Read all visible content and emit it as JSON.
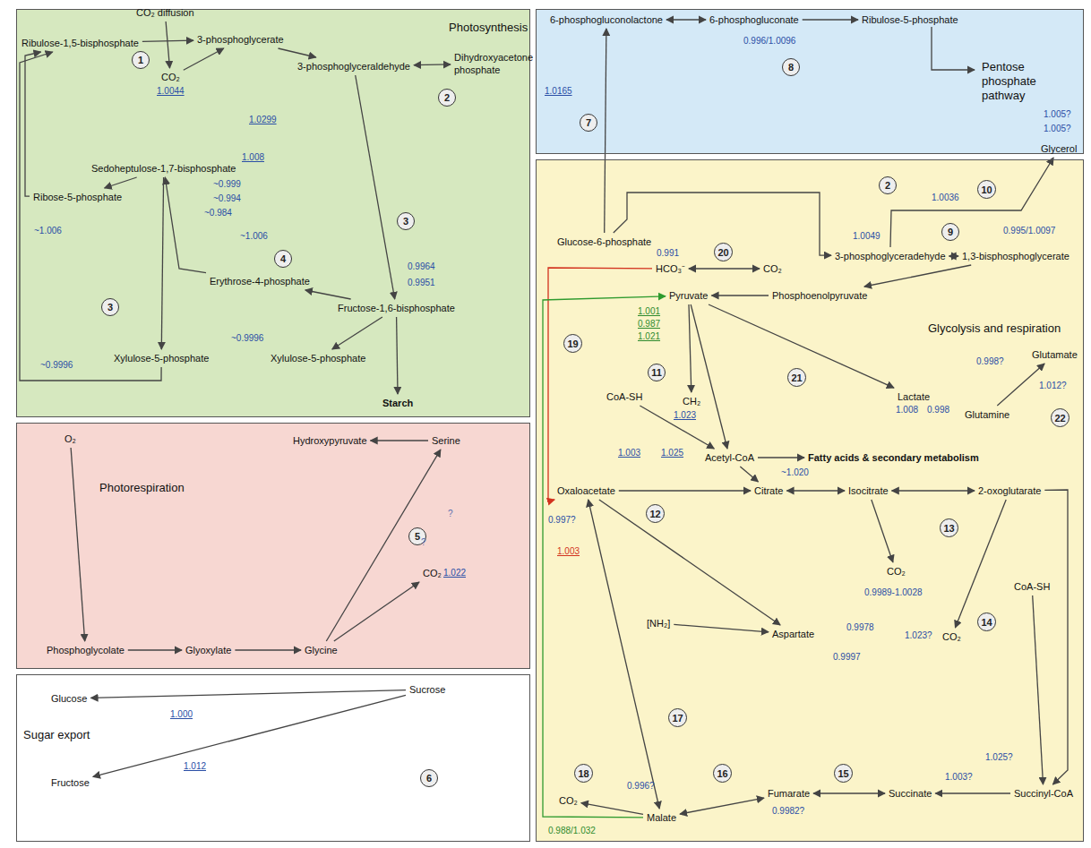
{
  "diagram": {
    "nodes": [
      {
        "text": [
          "Photosynthesis"
        ]
      },
      {
        "text": [
          "Pentose phosphate pathway"
        ]
      },
      {
        "text": [
          "Glycolysis and respiration"
        ]
      },
      {
        "text": [
          "Photorespiration"
        ]
      },
      {
        "text": [
          "Sugar export"
        ]
      },
      {
        "text": [
          "CO₂ diffusion"
        ],
        "in": 0
      },
      {
        "text": [
          "CO₂"
        ],
        "in": 0
      },
      {
        "text": [
          "Ribulose-1,5-bisphosphate"
        ],
        "in": 0
      },
      {
        "text": [
          "3-phosphoglycerate"
        ],
        "in": 0
      },
      {
        "text": [
          "3-phosphoglyceraldehyde"
        ],
        "in": 0
      },
      {
        "text": [
          "Dihydroxyacetone phosphate"
        ],
        "in": 0
      },
      {
        "text": [
          "Sedoheptulose-1,7-bisphosphate"
        ],
        "in": 0
      },
      {
        "text": [
          "Ribose-5-phosphate"
        ],
        "in": 0
      },
      {
        "text": [
          "Erythrose-4-phosphate"
        ],
        "in": 0
      },
      {
        "text": [
          "Fructose-1,6-bisphosphate"
        ],
        "in": 0
      },
      {
        "text": [
          "Xylulose-5-phosphate"
        ],
        "in": 0
      },
      {
        "text": [
          "Xylulose-5-phosphate"
        ],
        "in": 0
      },
      {
        "text": [
          "Starch"
        ],
        "in": 0
      },
      {
        "text": [
          "1"
        ],
        "in": 0
      },
      {
        "text": [
          "2"
        ],
        "in": 0
      },
      {
        "text": [
          "3"
        ],
        "in": 0
      },
      {
        "text": [
          "4"
        ],
        "in": 0
      },
      {
        "text": [
          "3"
        ],
        "in": 0
      },
      {
        "text": [
          "O₂"
        ],
        "in": 3
      },
      {
        "text": [
          "Hydroxypyruvate"
        ],
        "in": 3
      },
      {
        "text": [
          "Serine"
        ],
        "in": 3
      },
      {
        "text": [
          "Phosphoglycolate"
        ],
        "in": 3
      },
      {
        "text": [
          "Glyoxylate"
        ],
        "in": 3
      },
      {
        "text": [
          "Glycine"
        ],
        "in": 3
      },
      {
        "text": [
          "CO₂"
        ],
        "in": 3
      },
      {
        "text": [
          "5"
        ],
        "in": 3
      },
      {
        "text": [
          "Glucose"
        ],
        "in": 4
      },
      {
        "text": [
          "Fructose"
        ],
        "in": 4
      },
      {
        "text": [
          "Sucrose"
        ],
        "in": 4
      },
      {
        "text": [
          "6"
        ],
        "in": 4
      },
      {
        "text": [
          "6-phosphogluconolactone"
        ],
        "in": 1
      },
      {
        "text": [
          "6-phosphogluconate"
        ],
        "in": 1
      },
      {
        "text": [
          "Ribulose-5-phosphate"
        ],
        "in": 1
      },
      {
        "text": [
          "7"
        ],
        "in": 1
      },
      {
        "text": [
          "8"
        ],
        "in": 1
      },
      {
        "text": [
          "Glucose-6-phosphate"
        ],
        "in": 2
      },
      {
        "text": [
          "Glycerol"
        ],
        "in": 2
      },
      {
        "text": [
          "3-phosphoglyceradehyde"
        ],
        "in": 2
      },
      {
        "text": [
          "1,3-bisphosphoglycerate"
        ],
        "in": 2
      },
      {
        "text": [
          "HCO₃⁻"
        ],
        "in": 2
      },
      {
        "text": [
          "CO₂"
        ],
        "in": 2
      },
      {
        "text": [
          "Pyruvate"
        ],
        "in": 2
      },
      {
        "text": [
          "Phosphoenolpyruvate"
        ],
        "in": 2
      },
      {
        "text": [
          "Lactate"
        ],
        "in": 2
      },
      {
        "text": [
          "Glutamate"
        ],
        "in": 2
      },
      {
        "text": [
          "Glutamine"
        ],
        "in": 2
      },
      {
        "text": [
          "CoA-SH"
        ],
        "in": 2
      },
      {
        "text": [
          "CH₂"
        ],
        "in": 2
      },
      {
        "text": [
          "Acetyl-CoA"
        ],
        "in": 2
      },
      {
        "text": [
          "Fatty acids & secondary metabolism"
        ],
        "in": 2
      },
      {
        "text": [
          "Oxaloacetate"
        ],
        "in": 2
      },
      {
        "text": [
          "Citrate"
        ],
        "in": 2
      },
      {
        "text": [
          "Isocitrate"
        ],
        "in": 2
      },
      {
        "text": [
          "2-oxoglutarate"
        ],
        "in": 2
      },
      {
        "text": [
          "[NH₂]"
        ],
        "in": 2
      },
      {
        "text": [
          "Aspartate"
        ],
        "in": 2
      },
      {
        "text": [
          "CO₂"
        ],
        "in": 2
      },
      {
        "text": [
          "CO₂"
        ],
        "in": 2
      },
      {
        "text": [
          "CoA-SH"
        ],
        "in": 2
      },
      {
        "text": [
          "Succinyl-CoA"
        ],
        "in": 2
      },
      {
        "text": [
          "Succinate"
        ],
        "in": 2
      },
      {
        "text": [
          "Fumarate"
        ],
        "in": 2
      },
      {
        "text": [
          "Malate"
        ],
        "in": 2
      },
      {
        "text": [
          "CO₂"
        ],
        "in": 2
      },
      {
        "text": [
          "2"
        ],
        "in": 2
      },
      {
        "text": [
          "10"
        ],
        "in": 2
      },
      {
        "text": [
          "9"
        ],
        "in": 2
      },
      {
        "text": [
          "20"
        ],
        "in": 2
      },
      {
        "text": [
          "19"
        ],
        "in": 2
      },
      {
        "text": [
          "11"
        ],
        "in": 2
      },
      {
        "text": [
          "21"
        ],
        "in": 2
      },
      {
        "text": [
          "22"
        ],
        "in": 2
      },
      {
        "text": [
          "12"
        ],
        "in": 2
      },
      {
        "text": [
          "13"
        ],
        "in": 2
      },
      {
        "text": [
          "14"
        ],
        "in": 2
      },
      {
        "text": [
          "17"
        ],
        "in": 2
      },
      {
        "text": [
          "16"
        ],
        "in": 2
      },
      {
        "text": [
          "15"
        ],
        "in": 2
      },
      {
        "text": [
          "18"
        ],
        "in": 2
      }
    ],
    "edges": [
      {
        "from": 5,
        "to": 6,
        "arrow": "to"
      },
      {
        "from": 7,
        "to": 8,
        "arrow": "to"
      },
      {
        "from": 6,
        "to": 8,
        "arrow": "to"
      },
      {
        "from": 8,
        "to": 9,
        "arrow": "to"
      },
      {
        "from": 9,
        "to": 10,
        "arrow": "both"
      },
      {
        "from": 9,
        "to": 14,
        "arrow": "to"
      },
      {
        "from": 14,
        "to": 17,
        "arrow": "to"
      },
      {
        "from": 14,
        "to": 13,
        "arrow": "to"
      },
      {
        "from": 13,
        "to": 11,
        "arrow": "to"
      },
      {
        "from": 11,
        "to": 12,
        "arrow": "to"
      },
      {
        "from": 11,
        "to": 15,
        "arrow": "to"
      },
      {
        "from": 14,
        "to": 16,
        "arrow": "to"
      },
      {
        "from": 12,
        "to": 7,
        "arrow": "to"
      },
      {
        "from": 15,
        "to": 7,
        "arrow": "to"
      },
      {
        "from": 23,
        "to": 26,
        "arrow": "to"
      },
      {
        "from": 26,
        "to": 27,
        "arrow": "to"
      },
      {
        "from": 27,
        "to": 28,
        "arrow": "to"
      },
      {
        "from": 28,
        "to": 25,
        "arrow": "to"
      },
      {
        "from": 25,
        "to": 24,
        "arrow": "to"
      },
      {
        "from": 28,
        "to": 29,
        "arrow": "to"
      },
      {
        "from": 33,
        "to": 31,
        "arrow": "to"
      },
      {
        "from": 33,
        "to": 32,
        "arrow": "to"
      },
      {
        "from": 35,
        "to": 36,
        "arrow": "both"
      },
      {
        "from": 36,
        "to": 37,
        "arrow": "to"
      },
      {
        "from": 40,
        "to": 35,
        "arrow": "to"
      },
      {
        "from": 40,
        "to": 42,
        "arrow": "to"
      },
      {
        "from": 42,
        "to": 43,
        "arrow": "both"
      },
      {
        "from": 42,
        "to": 41,
        "arrow": "to"
      },
      {
        "from": 43,
        "to": 47,
        "arrow": "to"
      },
      {
        "from": 47,
        "to": 46,
        "arrow": "to"
      },
      {
        "from": 44,
        "to": 45,
        "arrow": "both"
      },
      {
        "from": 44,
        "to": 55,
        "arrow": "to"
      },
      {
        "from": 67,
        "to": 46,
        "arrow": "to"
      },
      {
        "from": 46,
        "to": 48,
        "arrow": "to"
      },
      {
        "from": 46,
        "to": 52,
        "arrow": "to"
      },
      {
        "from": 46,
        "to": 53,
        "arrow": "to"
      },
      {
        "from": 51,
        "to": 53,
        "arrow": "to"
      },
      {
        "from": 53,
        "to": 54,
        "arrow": "to"
      },
      {
        "from": 53,
        "to": 56,
        "arrow": "to"
      },
      {
        "from": 55,
        "to": 56,
        "arrow": "to"
      },
      {
        "from": 56,
        "to": 57,
        "arrow": "both"
      },
      {
        "from": 57,
        "to": 58,
        "arrow": "both"
      },
      {
        "from": 57,
        "to": 61,
        "arrow": "to"
      },
      {
        "from": 58,
        "to": 64,
        "arrow": "to"
      },
      {
        "from": 58,
        "to": 62,
        "arrow": "to"
      },
      {
        "from": 63,
        "to": 64,
        "arrow": "to"
      },
      {
        "from": 64,
        "to": 65,
        "arrow": "to"
      },
      {
        "from": 65,
        "to": 66,
        "arrow": "both"
      },
      {
        "from": 66,
        "to": 67,
        "arrow": "both"
      },
      {
        "from": 67,
        "to": 55,
        "arrow": "both"
      },
      {
        "from": 67,
        "to": 68,
        "arrow": "to"
      },
      {
        "from": 55,
        "to": 60,
        "arrow": "to"
      },
      {
        "from": 59,
        "to": 60,
        "arrow": "to"
      },
      {
        "from": 50,
        "to": 49,
        "arrow": "to"
      }
    ],
    "labels": [
      "1.0044",
      "1.0299",
      "1.008",
      "~0.999",
      "~0.994",
      "~0.984",
      "~1.006",
      "~1.006",
      "0.9964",
      "0.9951",
      "~0.9996",
      "~0.9996",
      "1.0165",
      "0.996/1.0096",
      "1.0036",
      "1.005?",
      "1.005?",
      "1.0049",
      "0.995/1.0097",
      "0.991",
      "1.001",
      "0.987",
      "1.021",
      "1.023",
      "1.008",
      "0.998",
      "0.998?",
      "1.012?",
      "1.003",
      "1.025",
      "~1.020",
      "0.997?",
      "1.003",
      "0.9989-1.0028",
      "0.9978",
      "0.9997",
      "1.023?",
      "1.025?",
      "1.003?",
      "0.996?",
      "0.9982?",
      "0.988/1.032",
      "?",
      "?",
      "1.022",
      "1.000",
      "1.012"
    ]
  }
}
